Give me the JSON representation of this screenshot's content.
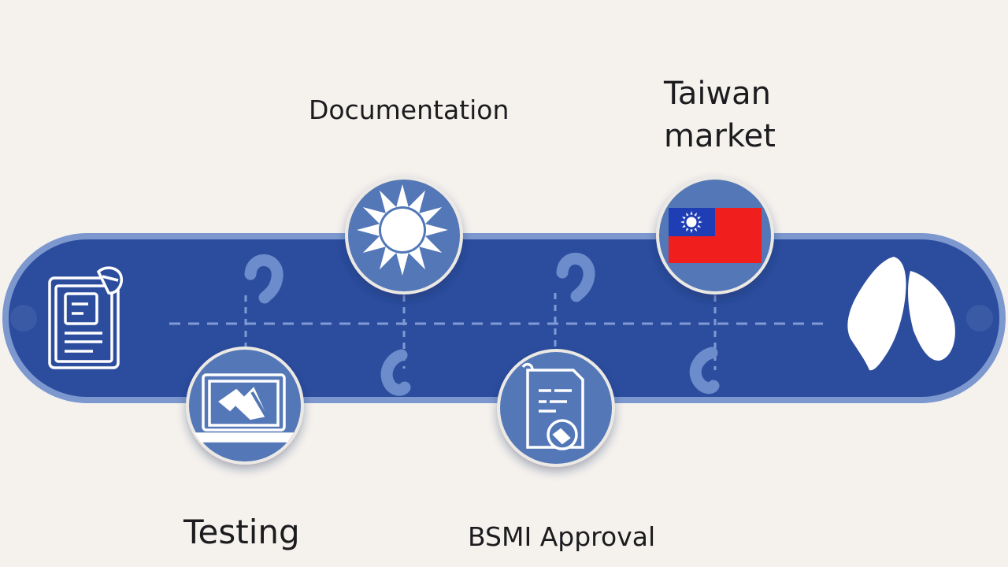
{
  "steps": {
    "documentation": {
      "label": "Documentation",
      "icon": "sun-emblem-icon"
    },
    "taiwan_market": {
      "label": "Taiwan market",
      "icon": "taiwan-flag-icon"
    },
    "testing": {
      "label": "Testing",
      "icon": "laptop-icon"
    },
    "bsmi_approval": {
      "label": "BSMI Approval",
      "icon": "certificate-icon"
    }
  },
  "colors": {
    "background": "#f5f2ee",
    "track": "#2c4d9e",
    "track_border": "#6f8fcc",
    "node": "#5277b7",
    "flag_red": "#f11e1e",
    "flag_blue": "#1f3eb5"
  }
}
